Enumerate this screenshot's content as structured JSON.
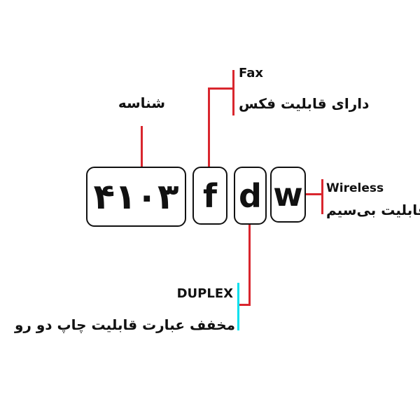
{
  "boxes": {
    "model": "۴۱۰۳",
    "fax_letter": "f",
    "duplex_letter": "d",
    "wireless_letter": "w"
  },
  "labels": {
    "model_fa": "شناسه",
    "fax_en": "Fax",
    "fax_fa": "دارای قابلیت فکس",
    "wireless_en": "Wireless",
    "wireless_fa": "قابلیت بی‌سیم",
    "duplex_en": "DUPLEX",
    "duplex_fa": "مخفف عبارت قابلیت چاپ دو رو"
  },
  "colors": {
    "connector": "#d9262e",
    "accent": "#00e0ee",
    "box_border": "#111111"
  }
}
